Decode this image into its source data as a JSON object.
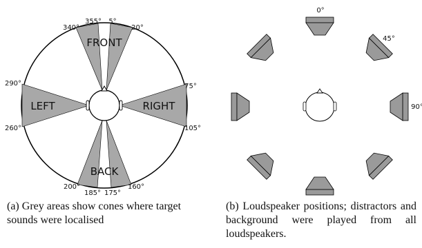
{
  "panel_a": {
    "zones": {
      "front": "FRONT",
      "left": "LEFT",
      "right": "RIGHT",
      "back": "BACK"
    },
    "angles": {
      "a355": "355°",
      "a5": "5°",
      "a340": "340°",
      "a20": "20°",
      "a290": "290°",
      "a260": "260°",
      "a75": "75°",
      "a105": "105°",
      "a200": "200°",
      "a185": "185°",
      "a175": "175°",
      "a160": "160°"
    },
    "caption": "(a) Grey areas show cones where target sounds were localised"
  },
  "panel_b": {
    "angles": {
      "a0": "0°",
      "a45": "45°",
      "a90": "90°"
    },
    "caption": "(b) Loudspeaker positions; distractors and background were played from all loudspeakers."
  },
  "colors": {
    "cone_fill": "#a8a8a8",
    "speaker_fill": "#9a9a9a",
    "outline": "#000000"
  }
}
